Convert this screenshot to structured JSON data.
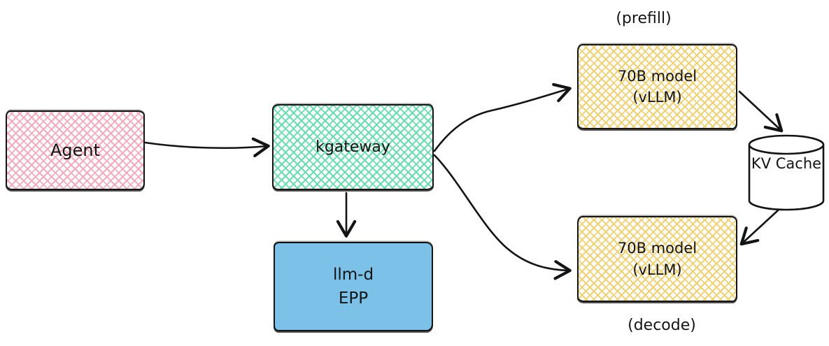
{
  "diagram": {
    "nodes": {
      "agent": {
        "label": "Agent",
        "fill": "#f4a7bd",
        "fill_style": "cross-hatch"
      },
      "kgateway": {
        "label": "kgateway",
        "fill": "#62dcab",
        "fill_style": "cross-hatch"
      },
      "llm_d_epp": {
        "line1": "llm-d",
        "line2": "EPP",
        "fill": "#7cc1e8",
        "fill_style": "solid"
      },
      "prefill_model": {
        "line1": "70B model",
        "line2": "(vLLM)",
        "fill": "#f0cf6f",
        "fill_style": "cross-hatch"
      },
      "decode_model": {
        "line1": "70B model",
        "line2": "(vLLM)",
        "fill": "#f0cf6f",
        "fill_style": "cross-hatch"
      },
      "kv_cache": {
        "line1": "KV",
        "line2": "Cache",
        "fill": "#ffffff",
        "shape": "cylinder"
      }
    },
    "annotations": {
      "prefill": "(prefill)",
      "decode": "(decode)"
    },
    "edges": [
      {
        "from": "agent",
        "to": "kgateway"
      },
      {
        "from": "kgateway",
        "to": "prefill_model"
      },
      {
        "from": "kgateway",
        "to": "decode_model"
      },
      {
        "from": "kgateway",
        "to": "llm_d_epp"
      },
      {
        "from": "prefill_model",
        "to": "kv_cache"
      },
      {
        "from": "kv_cache",
        "to": "decode_model"
      }
    ],
    "stroke_color": "#141414",
    "background_color": "#ffffff"
  }
}
